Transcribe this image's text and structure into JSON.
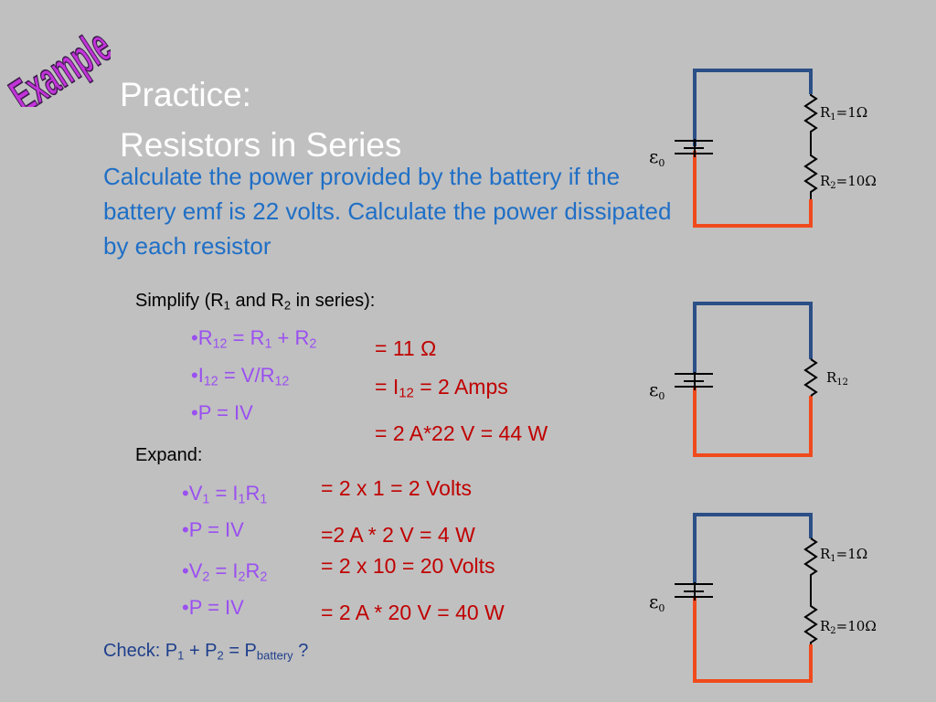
{
  "badge": {
    "text": "Example"
  },
  "title": {
    "line1": "Practice:",
    "line2": "Resistors in Series"
  },
  "prompt": "Calculate the power provided by the battery if the battery emf is 22 volts. Calculate the power dissipated by each resistor",
  "simplify": {
    "heading_pre": "Simplify (R",
    "heading_sub1": "1",
    "heading_mid": " and R",
    "heading_sub2": "2",
    "heading_post": " in series):",
    "step1": {
      "bullet": "•",
      "a": "R",
      "a_sub": "12",
      "b": " = R",
      "b_sub": "1",
      "c": " + R",
      "c_sub": "2"
    },
    "step2": {
      "bullet": "•",
      "a": "I",
      "a_sub": "12",
      "b": " = V/R",
      "b_sub": "12"
    },
    "step3": {
      "bullet": "•",
      "text": "P = IV"
    },
    "result1": "= 11 Ω",
    "result2": {
      "a": "= I",
      "a_sub": "12",
      "b": " = 2 Amps"
    },
    "result3": "= 2 A*22 V = 44 W"
  },
  "expand": {
    "heading": "Expand:",
    "step1": {
      "bullet": "•",
      "a": "V",
      "a_sub": "1",
      "b": " = I",
      "b_sub": "1",
      "c": "R",
      "c_sub": "1"
    },
    "step2": {
      "bullet": "•",
      "text": "P = IV"
    },
    "step3": {
      "bullet": "•",
      "a": "V",
      "a_sub": "2",
      "b": " = I",
      "b_sub": "2",
      "c": "R",
      "c_sub": "2"
    },
    "step4": {
      "bullet": "•",
      "text": "P = IV"
    },
    "result1": "= 2 x 1 = 2 Volts",
    "result2": "=2 A * 2 V = 4 W",
    "result3": "= 2 x 10 = 20 Volts",
    "result4": "= 2 A * 20 V = 40 W"
  },
  "check": {
    "a": "Check: P",
    "a_sub": "1",
    "b": " + P",
    "b_sub": "2",
    "c": " = P",
    "c_sub": "battery",
    "d": " ?"
  },
  "circuits": {
    "emf_symbol": "ε",
    "emf_sub": "0",
    "r1_label": "R",
    "r1_sub": "1",
    "r1_value": "=1Ω",
    "r2_label": "R",
    "r2_sub": "2",
    "r2_value": "=10Ω",
    "r12_label": "R",
    "r12_sub": "12"
  },
  "colors": {
    "wire_top": "#2b4f86",
    "wire_bottom": "#f04a1c",
    "prompt_text": "#1f6fc6",
    "step_text": "#9a4ff0",
    "result_text": "#c00000",
    "badge_fill": "#c233d9"
  }
}
